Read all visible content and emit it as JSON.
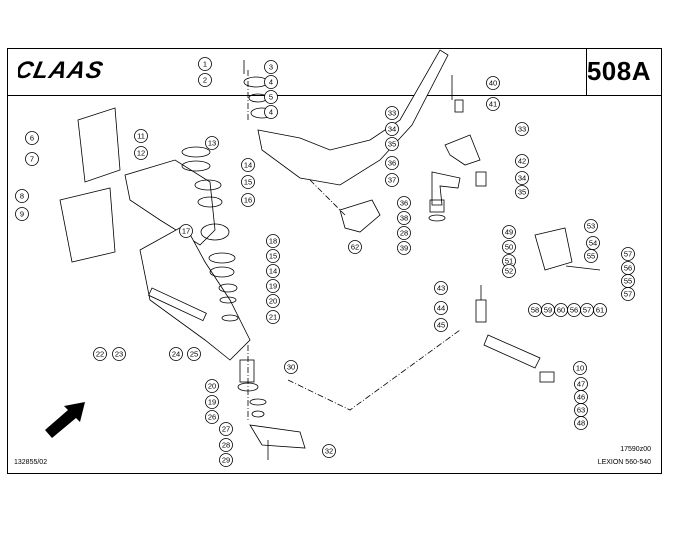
{
  "header": {
    "brand": "CLAAS",
    "page_code": "508A"
  },
  "footer": {
    "drawing_number": "132855/02",
    "ref_code": "17590z00",
    "model": "LEXION 560-540"
  },
  "callouts": [
    {
      "n": "1"
    },
    {
      "n": "2"
    },
    {
      "n": "3"
    },
    {
      "n": "4"
    },
    {
      "n": "5"
    },
    {
      "n": "4"
    },
    {
      "n": "6"
    },
    {
      "n": "7"
    },
    {
      "n": "8"
    },
    {
      "n": "9"
    },
    {
      "n": "11"
    },
    {
      "n": "12"
    },
    {
      "n": "13"
    },
    {
      "n": "14"
    },
    {
      "n": "15"
    },
    {
      "n": "16"
    },
    {
      "n": "17"
    },
    {
      "n": "18"
    },
    {
      "n": "15"
    },
    {
      "n": "14"
    },
    {
      "n": "19"
    },
    {
      "n": "20"
    },
    {
      "n": "21"
    },
    {
      "n": "22"
    },
    {
      "n": "23"
    },
    {
      "n": "24"
    },
    {
      "n": "25"
    },
    {
      "n": "30"
    },
    {
      "n": "20"
    },
    {
      "n": "19"
    },
    {
      "n": "26"
    },
    {
      "n": "27"
    },
    {
      "n": "28"
    },
    {
      "n": "29"
    },
    {
      "n": "32"
    },
    {
      "n": "40"
    },
    {
      "n": "41"
    },
    {
      "n": "33"
    },
    {
      "n": "34"
    },
    {
      "n": "35"
    },
    {
      "n": "33"
    },
    {
      "n": "36"
    },
    {
      "n": "37"
    },
    {
      "n": "42"
    },
    {
      "n": "34"
    },
    {
      "n": "35"
    },
    {
      "n": "36"
    },
    {
      "n": "38"
    },
    {
      "n": "28"
    },
    {
      "n": "39"
    },
    {
      "n": "62"
    },
    {
      "n": "53"
    },
    {
      "n": "49"
    },
    {
      "n": "50"
    },
    {
      "n": "51"
    },
    {
      "n": "52"
    },
    {
      "n": "54"
    },
    {
      "n": "55"
    },
    {
      "n": "57"
    },
    {
      "n": "56"
    },
    {
      "n": "55"
    },
    {
      "n": "57"
    },
    {
      "n": "58"
    },
    {
      "n": "59"
    },
    {
      "n": "60"
    },
    {
      "n": "56"
    },
    {
      "n": "57"
    },
    {
      "n": "61"
    },
    {
      "n": "43"
    },
    {
      "n": "44"
    },
    {
      "n": "45"
    },
    {
      "n": "10"
    },
    {
      "n": "47"
    },
    {
      "n": "46"
    },
    {
      "n": "63"
    },
    {
      "n": "48"
    }
  ]
}
